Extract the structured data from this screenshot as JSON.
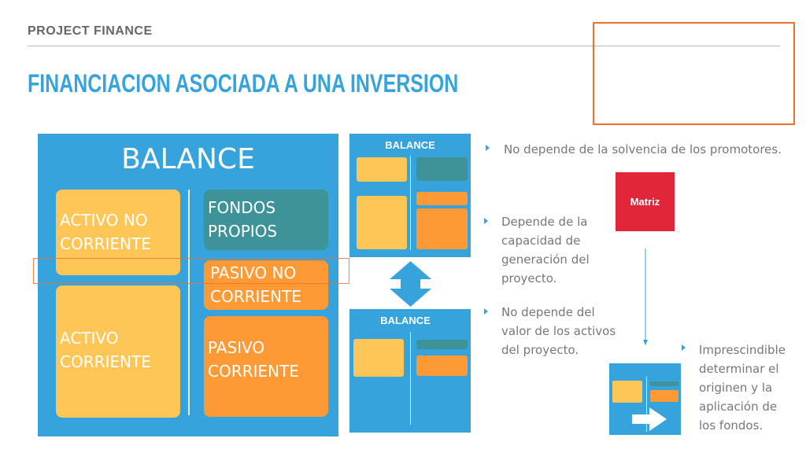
{
  "header": {
    "section": "PROJECT FINANCE",
    "title": "FINANCIACION ASOCIADA A UNA INVERSION"
  },
  "main_balance": {
    "title": "BALANCE",
    "activo_no_corriente": "ACTIVO NO CORRIENTE",
    "activo_corriente": "ACTIVO CORRIENTE",
    "fondos_propios": "FONDOS PROPIOS",
    "pasivo_no_corriente": "PASIVO NO CORRIENTE",
    "pasivo_corriente": "PASIVO CORRIENTE"
  },
  "small_balance_1": {
    "title": "BALANCE"
  },
  "small_balance_2": {
    "title": "BALANCE"
  },
  "matriz": {
    "label": "Matriz"
  },
  "bullets": [
    "No depende de la solvencia de los promotores.",
    "Depende de la capacidad de generación del proyecto.",
    "No depende del valor de los activos del proyecto.",
    "Imprescindible determinar el originen y la aplicación de los fondos."
  ],
  "colors": {
    "blue": "#36a3dc",
    "yellow": "#fdc656",
    "teal": "#3d9397",
    "orange": "#fd9a35",
    "red": "#e2263a",
    "highlight": "#f07030"
  }
}
